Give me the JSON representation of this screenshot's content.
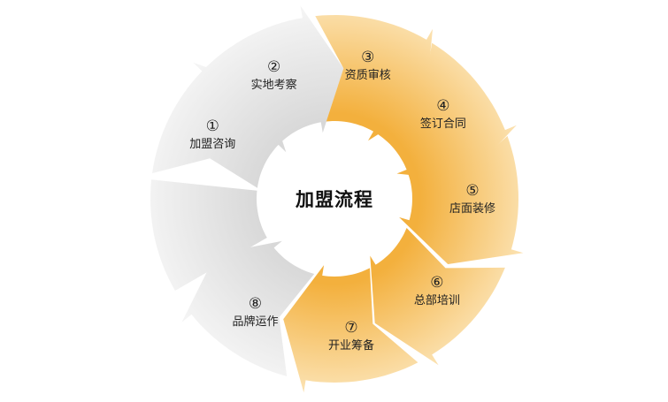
{
  "title": "加盟流程",
  "colors": {
    "gray": "#e4e4e4",
    "orange": "#f4b445"
  },
  "steps": [
    {
      "num": "①",
      "label": "加盟咨询",
      "color": "gray"
    },
    {
      "num": "②",
      "label": "实地考察",
      "color": "gray"
    },
    {
      "num": "③",
      "label": "资质审核",
      "color": "orange"
    },
    {
      "num": "④",
      "label": "签订合同",
      "color": "orange"
    },
    {
      "num": "⑤",
      "label": "店面装修",
      "color": "orange"
    },
    {
      "num": "⑥",
      "label": "总部培训",
      "color": "orange"
    },
    {
      "num": "⑦",
      "label": "开业筹备",
      "color": "orange"
    },
    {
      "num": "⑧",
      "label": "品牌运作",
      "color": "gray"
    }
  ]
}
